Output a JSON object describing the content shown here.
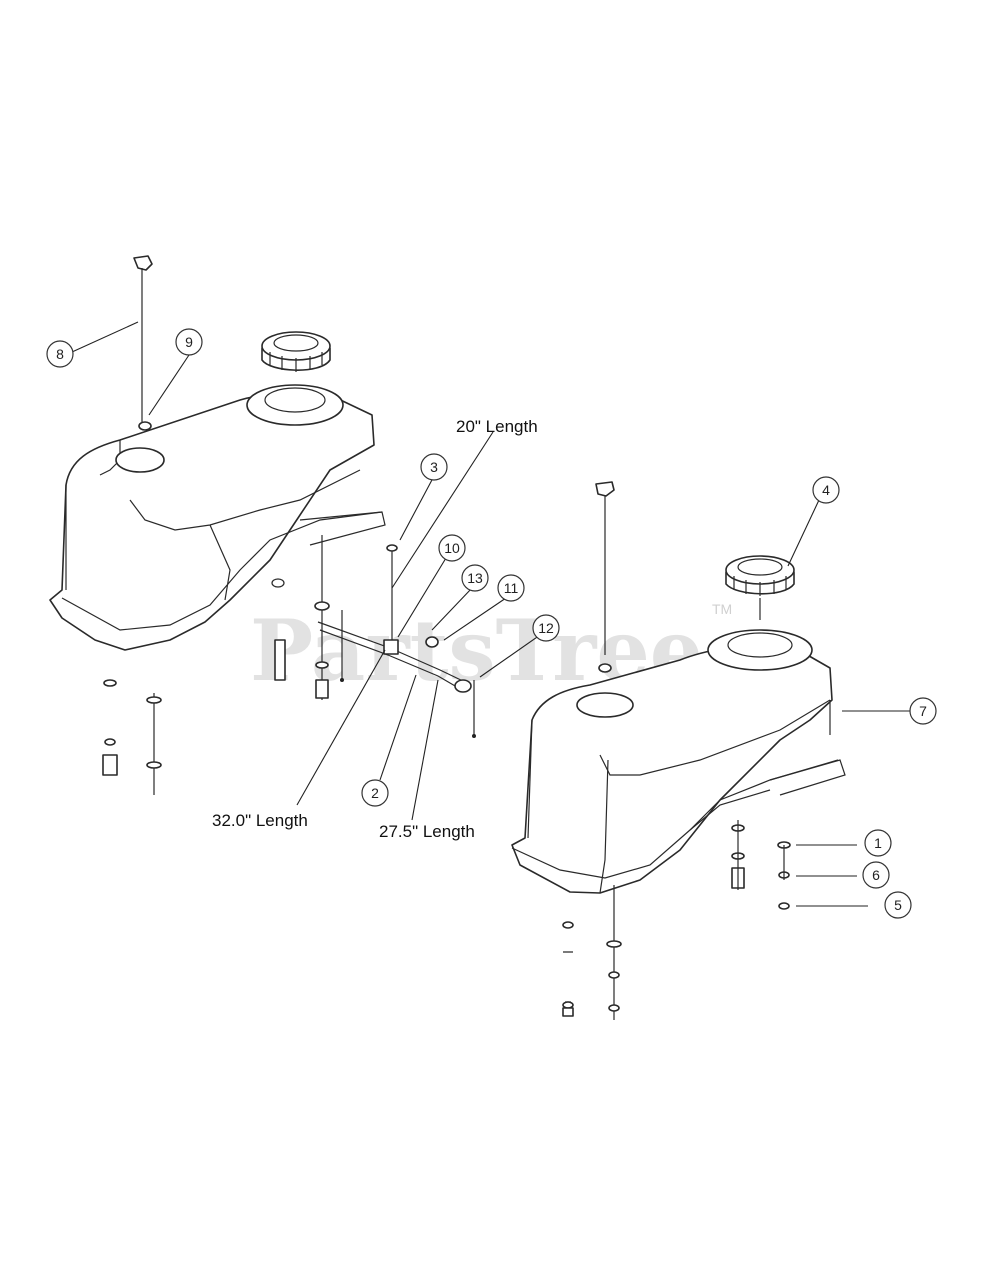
{
  "watermark": {
    "text": "PartsTree",
    "tm": "TM"
  },
  "length_labels": {
    "hose_20": "20\" Length",
    "hose_32": "32.0\" Length",
    "hose_27": "27.5\" Length"
  },
  "callouts": {
    "c1": "1",
    "c2": "2",
    "c3": "3",
    "c4": "4",
    "c5": "5",
    "c6": "6",
    "c7": "7",
    "c8": "8",
    "c9": "9",
    "c10": "10",
    "c11": "11",
    "c12": "12",
    "c13": "13"
  }
}
